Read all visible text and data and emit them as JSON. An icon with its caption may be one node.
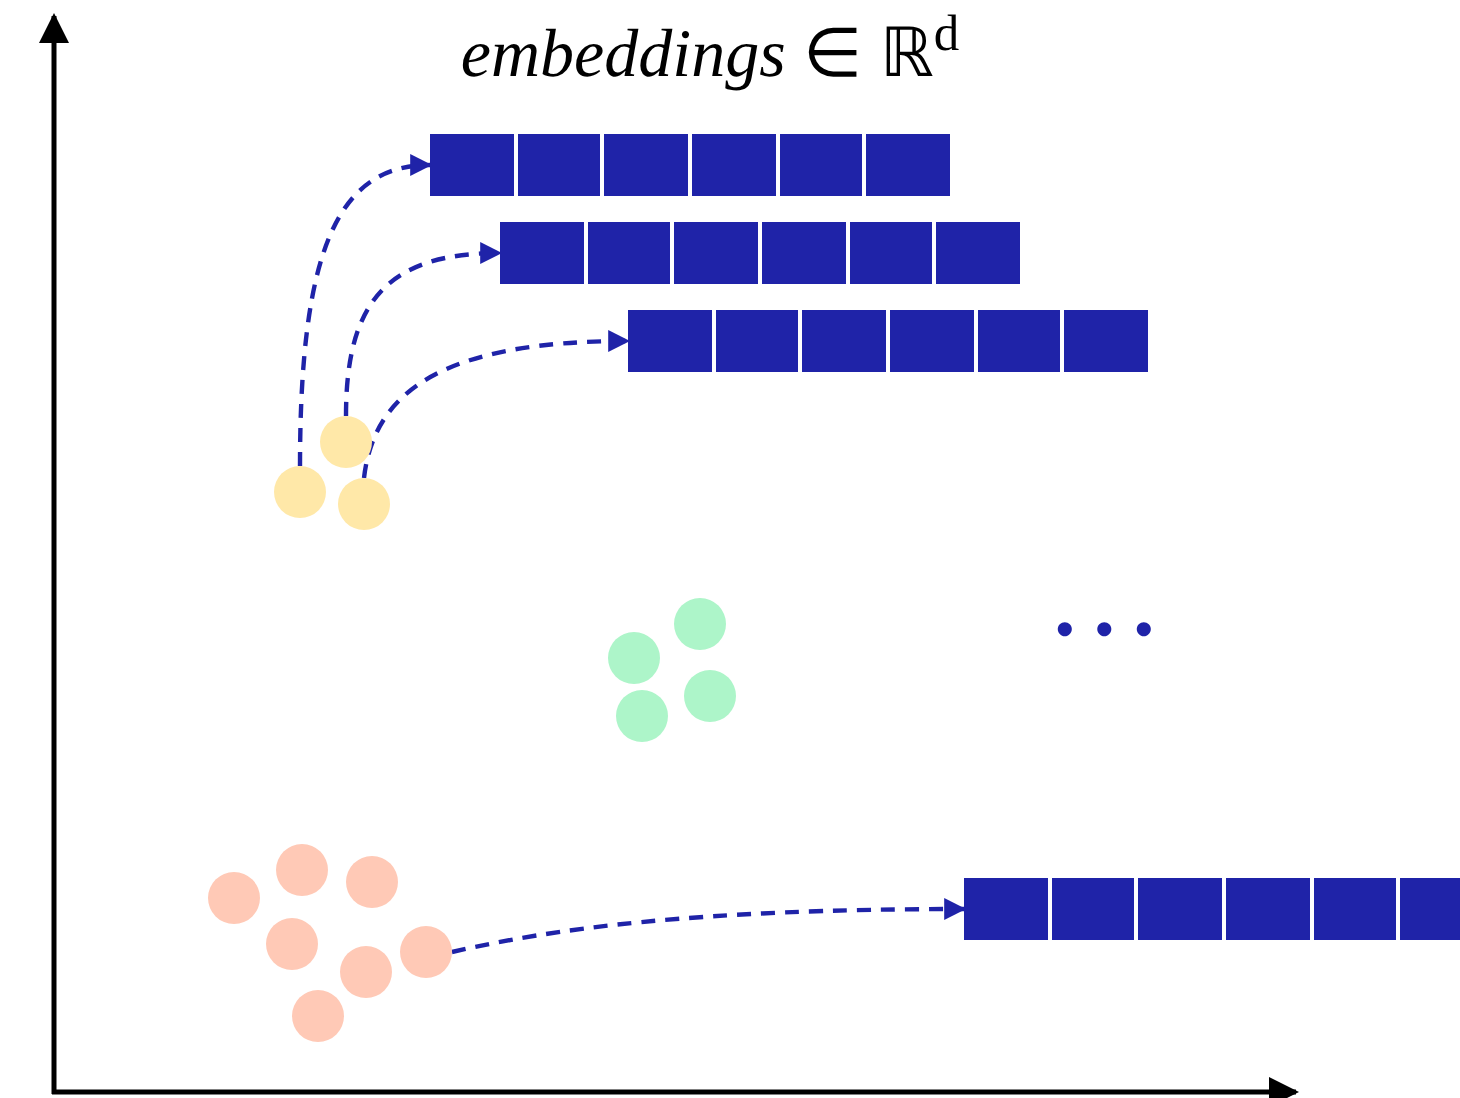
{
  "diagram": {
    "title": "*embeddings* ∈ ℝ$^{d}$",
    "nodes": [
      {
        "text": [],
        "shape": "bar"
      },
      {
        "text": [],
        "shape": "bar"
      },
      {
        "text": [],
        "shape": "bar"
      },
      {
        "text": [],
        "shape": "bar"
      },
      {
        "text": [],
        "shape": "circle"
      },
      {
        "text": [],
        "shape": "circle"
      },
      {
        "text": [],
        "shape": "circle"
      },
      {
        "text": [],
        "shape": "circle"
      },
      {
        "text": [],
        "shape": "circle"
      },
      {
        "text": [],
        "shape": "circle"
      },
      {
        "text": [],
        "shape": "circle"
      },
      {
        "text": [],
        "shape": "circle"
      },
      {
        "text": [],
        "shape": "circle"
      },
      {
        "text": [],
        "shape": "circle"
      },
      {
        "text": [],
        "shape": "circle"
      },
      {
        "text": [],
        "shape": "circle"
      },
      {
        "text": [],
        "shape": "circle"
      },
      {
        "text": [],
        "shape": "circle"
      }
    ],
    "edges": [
      {
        "from": 4,
        "to": 0,
        "arrow": "to",
        "style": "dashed"
      },
      {
        "from": 5,
        "to": 1,
        "arrow": "to",
        "style": "dashed"
      },
      {
        "from": 6,
        "to": 2,
        "arrow": "to",
        "style": "dashed"
      },
      {
        "from": 17,
        "to": 3,
        "arrow": "to",
        "style": "dashed"
      }
    ],
    "labels": [
      "• • •"
    ]
  }
}
